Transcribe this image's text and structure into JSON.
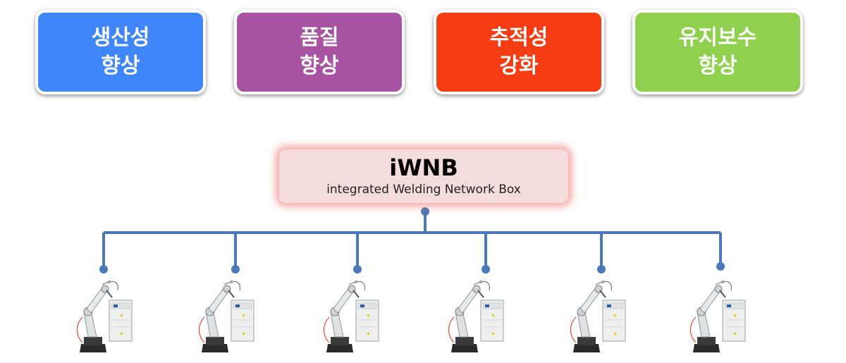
{
  "benefits": [
    {
      "label": "생산성\n향상",
      "color": "#3f86fb"
    },
    {
      "label": "품질\n향상",
      "color": "#a852a2"
    },
    {
      "label": "추적성\n강화",
      "color": "#f53c12"
    },
    {
      "label": "유지보수\n향상",
      "color": "#8fd14f"
    }
  ],
  "iwnb": {
    "title": "iWNB",
    "subtitle": "integrated Welding Network Box"
  },
  "network_line_color": "#4a78b8",
  "robots": [
    {
      "icon": "welding-robot-icon"
    },
    {
      "icon": "welding-robot-icon"
    },
    {
      "icon": "welding-robot-icon"
    },
    {
      "icon": "welding-robot-icon"
    },
    {
      "icon": "welding-robot-icon"
    },
    {
      "icon": "welding-robot-icon"
    }
  ]
}
